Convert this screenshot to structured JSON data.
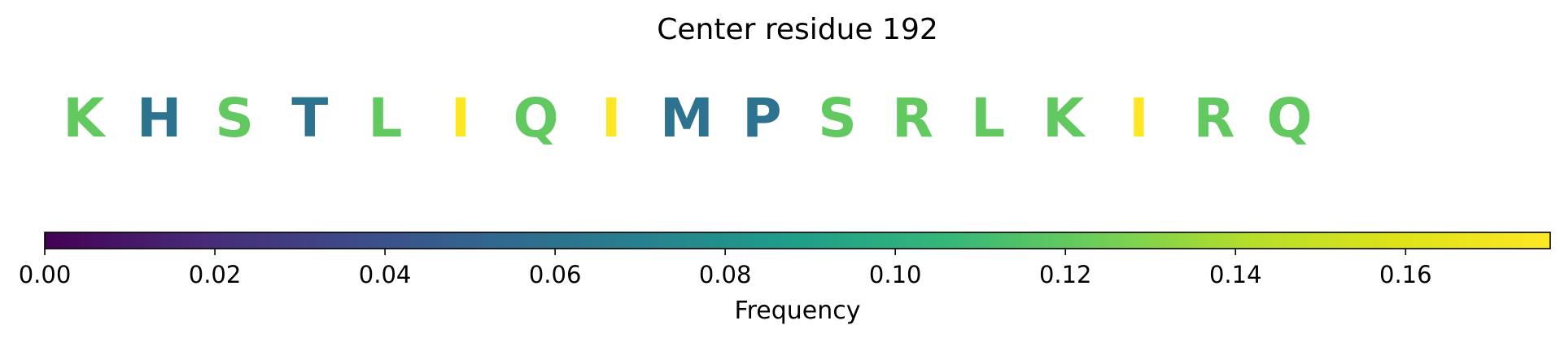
{
  "chart_data": {
    "type": "sequence_logo",
    "title": "Center residue 192",
    "residues": [
      {
        "letter": "K",
        "frequency": 0.12
      },
      {
        "letter": "H",
        "frequency": 0.06
      },
      {
        "letter": "S",
        "frequency": 0.12
      },
      {
        "letter": "T",
        "frequency": 0.06
      },
      {
        "letter": "L",
        "frequency": 0.12
      },
      {
        "letter": "I",
        "frequency": 0.177
      },
      {
        "letter": "Q",
        "frequency": 0.12
      },
      {
        "letter": "I",
        "frequency": 0.177
      },
      {
        "letter": "M",
        "frequency": 0.06
      },
      {
        "letter": "P",
        "frequency": 0.06
      },
      {
        "letter": "S",
        "frequency": 0.12
      },
      {
        "letter": "R",
        "frequency": 0.12
      },
      {
        "letter": "L",
        "frequency": 0.12
      },
      {
        "letter": "K",
        "frequency": 0.12
      },
      {
        "letter": "I",
        "frequency": 0.177
      },
      {
        "letter": "R",
        "frequency": 0.12
      },
      {
        "letter": "Q",
        "frequency": 0.12
      }
    ],
    "colorbar": {
      "colormap": "viridis",
      "range": [
        0.0,
        0.177
      ],
      "ticks": [
        0.0,
        0.02,
        0.04,
        0.06,
        0.08,
        0.1,
        0.12,
        0.14,
        0.16
      ],
      "tick_labels": [
        "0.00",
        "0.02",
        "0.04",
        "0.06",
        "0.08",
        "0.10",
        "0.12",
        "0.14",
        "0.16"
      ],
      "label": "Frequency"
    }
  }
}
